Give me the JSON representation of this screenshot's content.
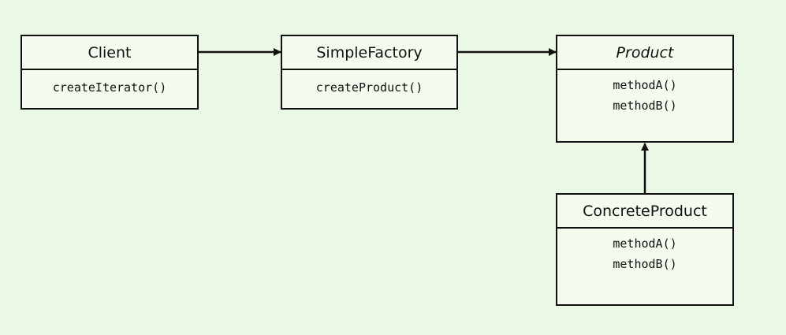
{
  "diagram": {
    "classes": {
      "client": {
        "name": "Client",
        "methods": [
          "createIterator()"
        ]
      },
      "simple_factory": {
        "name": "SimpleFactory",
        "methods": [
          "createProduct()"
        ]
      },
      "product": {
        "name": "Product",
        "abstract": true,
        "methods": [
          "methodA()",
          "methodB()"
        ]
      },
      "concrete_product": {
        "name": "ConcreteProduct",
        "methods": [
          "methodA()",
          "methodB()"
        ]
      }
    },
    "relationships": [
      {
        "from": "Client",
        "to": "SimpleFactory",
        "type": "association"
      },
      {
        "from": "SimpleFactory",
        "to": "Product",
        "type": "association"
      },
      {
        "from": "ConcreteProduct",
        "to": "Product",
        "type": "inheritance"
      }
    ]
  },
  "colors": {
    "background": "#ecf8e6",
    "box_fill": "#f4fbef",
    "stroke": "#111111"
  }
}
